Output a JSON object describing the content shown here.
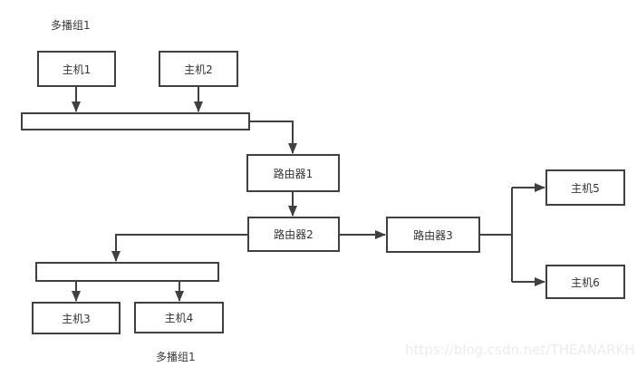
{
  "diagram": {
    "group_label_top": "多播组1",
    "group_label_bottom": "多播组1",
    "nodes": {
      "host1": {
        "label": "主机1"
      },
      "host2": {
        "label": "主机2"
      },
      "host3": {
        "label": "主机3"
      },
      "host4": {
        "label": "主机4"
      },
      "host5": {
        "label": "主机5"
      },
      "host6": {
        "label": "主机6"
      },
      "router1": {
        "label": "路由器1"
      },
      "router2": {
        "label": "路由器2"
      },
      "router3": {
        "label": "路由器3"
      }
    },
    "colors": {
      "stroke": "#404040",
      "text": "#333333",
      "background": "#ffffff",
      "watermark": "#ececec"
    },
    "watermark": "https://blog.csdn.net/THEANARKH"
  }
}
